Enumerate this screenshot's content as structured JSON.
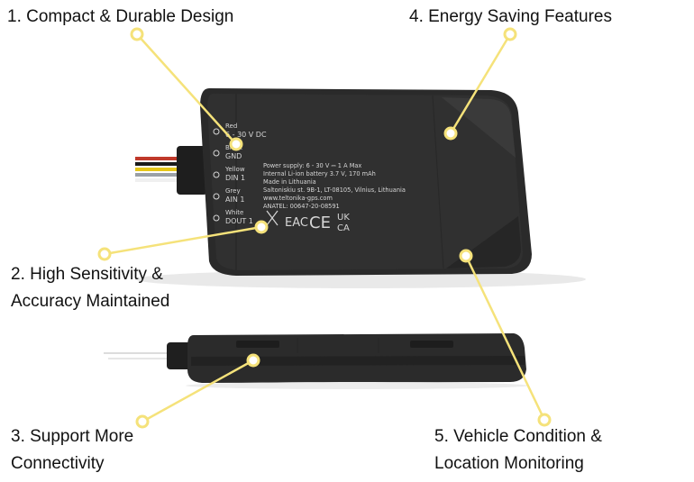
{
  "callouts": [
    {
      "id": 1,
      "line1": "1.  Compact & Durable Design",
      "line2": ""
    },
    {
      "id": 2,
      "line1": "2.  High Sensitivity &",
      "line2": "Accuracy Maintained"
    },
    {
      "id": 3,
      "line1": "3.  Support More",
      "line2": "Connectivity"
    },
    {
      "id": 4,
      "line1": "4. Energy Saving Features",
      "line2": ""
    },
    {
      "id": 5,
      "line1": "5. Vehicle Condition &",
      "line2": "Location Monitoring"
    }
  ],
  "colors": {
    "callout_line": "#f5e27a",
    "marker_fill": "#ffffff",
    "device_body": "#2b2b2b",
    "device_dark": "#1c1c1c",
    "device_text": "#d6d6d6"
  },
  "device_label": {
    "wires": [
      {
        "color": "Red",
        "signal": "6 - 30 V DC"
      },
      {
        "color": "Black",
        "signal": "GND"
      },
      {
        "color": "Yellow",
        "signal": "DIN 1"
      },
      {
        "color": "Grey",
        "signal": "AIN 1"
      },
      {
        "color": "White",
        "signal": "DOUT 1"
      }
    ],
    "spec_lines": [
      "Power supply: 6 - 30 V ⎓ 1 A Max",
      "Internal Li-ion battery 3.7 V, 170 mAh",
      "Made in Lithuania",
      "Saltoniskiu st. 9B-1, LT-08105, Vilnius, Lithuania",
      "www.teltonika-gps.com",
      "ANATEL: 00647-20-08591"
    ],
    "marks": [
      "EAC",
      "CE",
      "UK",
      "CA"
    ]
  }
}
